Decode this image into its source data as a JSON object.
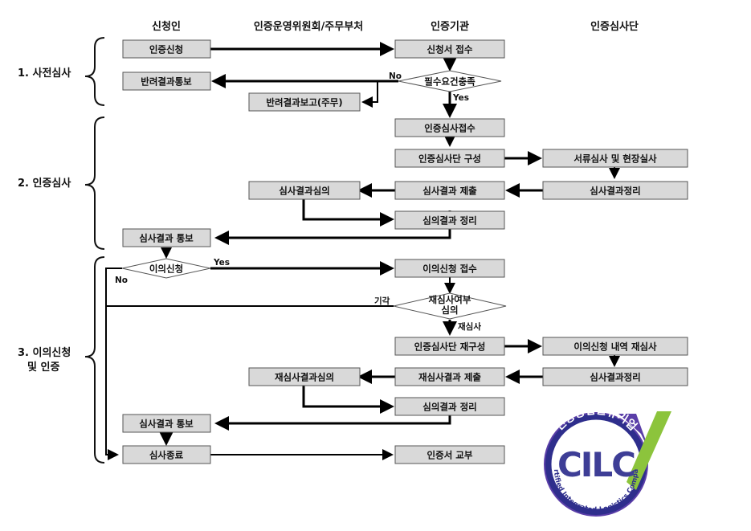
{
  "columns": [
    "신청인",
    "인증운영위원회/주무부처",
    "인증기관",
    "인증심사단"
  ],
  "phases": {
    "p1": "1. 사전심사",
    "p2": "2. 인증심사",
    "p3_line1": "3. 이의신청",
    "p3_line2": "및 인증"
  },
  "boxes": {
    "apply": "인증신청",
    "receipt": "신청서 접수",
    "reject_notice": "반려결과통보",
    "reject_report": "반려결과보고(주무)",
    "audit_receipt": "인증심사접수",
    "team_form": "인증심사단 구성",
    "doc_site": "서류심사 및 현장실사",
    "result_org": "심사결과정리",
    "result_submit": "심사결과 제출",
    "result_review": "심사결과심의",
    "review_org": "심의결과 정리",
    "result_notice": "심사결과 통보",
    "obj_receipt": "이의신청 접수",
    "team_reform": "인증심사단 재구성",
    "obj_reaudit": "이의신청 내역 재심사",
    "result_org2": "심사결과정리",
    "reresult_submit": "재심사결과 제출",
    "reresult_review": "재심사결과심의",
    "review_org2": "심의결과 정리",
    "result_notice2": "심사결과 통보",
    "end": "심사종료",
    "cert_issue": "인증서 교부"
  },
  "decisions": {
    "req_check": "필수요건충족",
    "objection": "이의신청",
    "reaudit_line1": "재심사여부",
    "reaudit_line2": "심의"
  },
  "labels": {
    "no1": "No",
    "yes1": "Yes",
    "yes2": "Yes",
    "no2": "No",
    "reject": "기각",
    "reaudit": "재심사"
  },
  "logo": {
    "word": "CILC",
    "korean": "인증종합물류기업",
    "english": "Certified Integrated-Logistics Company",
    "colors": {
      "navy": "#2e2e8c",
      "purple": "#5a3ea8",
      "green": "#8cc43c"
    }
  }
}
